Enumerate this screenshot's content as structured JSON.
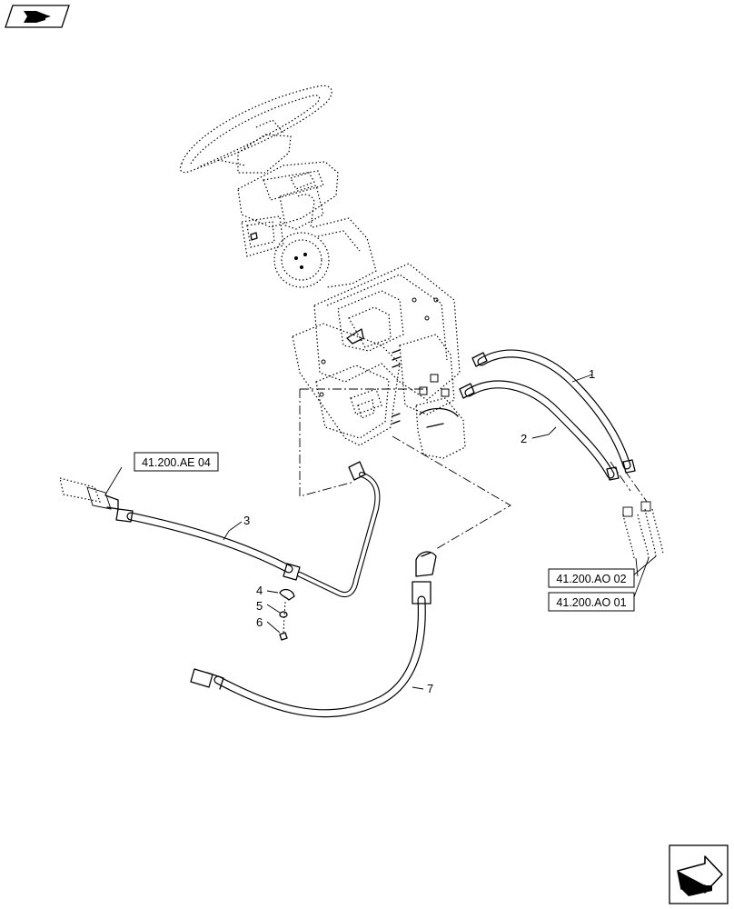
{
  "callouts": {
    "item1": "1",
    "item2": "2",
    "item3": "3",
    "item4": "4",
    "item5": "5",
    "item6": "6",
    "item7": "7"
  },
  "references": {
    "ref_ae04": "41.200.AE 04",
    "ref_ao02": "41.200.AO 02",
    "ref_ao01": "41.200.AO 01"
  },
  "icons": {
    "top_left": "catalog-book-icon",
    "bottom_right": "next-page-arrow-icon"
  }
}
